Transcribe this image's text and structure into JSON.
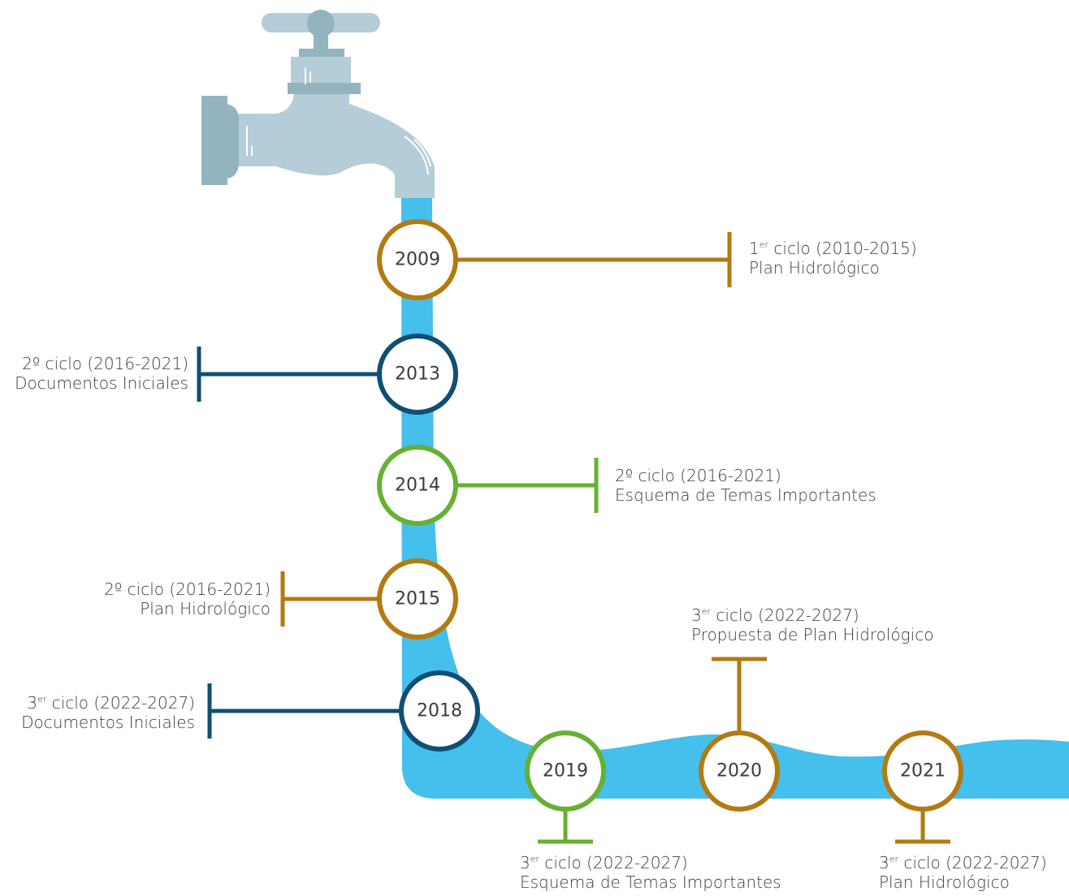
{
  "colors": {
    "water": "#45bfeb",
    "tap": "#b5ccd9",
    "tap_dark": "#93b3bf",
    "gold": "#b37a12",
    "navy": "#0f4f73",
    "green": "#66b033"
  },
  "milestones": [
    {
      "year": "2009",
      "color": "gold",
      "cycle_num": "1",
      "cycle_sup": "er",
      "cycle_rest": " ciclo (2010-2015)",
      "doc": "Plan Hidrológico"
    },
    {
      "year": "2013",
      "color": "navy",
      "cycle_num": "2º ciclo (2016-2021)",
      "cycle_sup": "",
      "cycle_rest": "",
      "doc": "Documentos Iniciales"
    },
    {
      "year": "2014",
      "color": "green",
      "cycle_num": "2º ciclo (2016-2021)",
      "cycle_sup": "",
      "cycle_rest": "",
      "doc": "Esquema de Temas Importantes"
    },
    {
      "year": "2015",
      "color": "gold",
      "cycle_num": "2º ciclo (2016-2021)",
      "cycle_sup": "",
      "cycle_rest": "",
      "doc": "Plan Hidrológico"
    },
    {
      "year": "2018",
      "color": "navy",
      "cycle_num": "3",
      "cycle_sup": "er",
      "cycle_rest": " ciclo (2022-2027)",
      "doc": "Documentos Iniciales"
    },
    {
      "year": "2019",
      "color": "green",
      "cycle_num": "3",
      "cycle_sup": "er",
      "cycle_rest": " ciclo (2022-2027)",
      "doc": "Esquema de Temas Importantes"
    },
    {
      "year": "2020",
      "color": "gold",
      "cycle_num": "3",
      "cycle_sup": "er",
      "cycle_rest": " ciclo (2022-2027)",
      "doc": "Propuesta de Plan Hidrológico"
    },
    {
      "year": "2021",
      "color": "gold",
      "cycle_num": "3",
      "cycle_sup": "er",
      "cycle_rest": " ciclo (2022-2027)",
      "doc": "Plan Hidrológico"
    }
  ]
}
